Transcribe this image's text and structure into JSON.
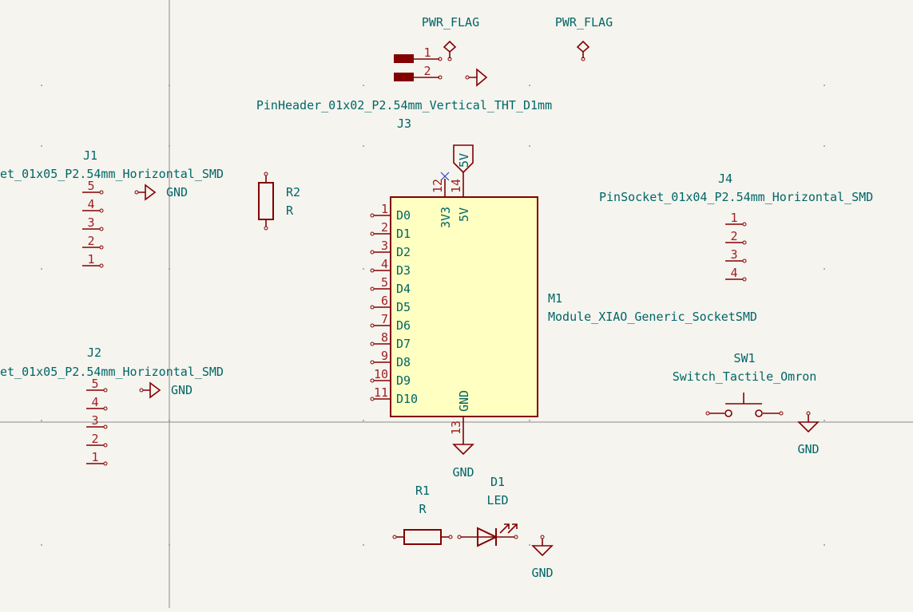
{
  "schematic": {
    "pwr_flags": [
      {
        "label": "PWR_FLAG"
      },
      {
        "label": "PWR_FLAG"
      }
    ],
    "j3": {
      "ref": "J3",
      "value": "PinHeader_01x02_P2.54mm_Vertical_THT_D1mm",
      "pins": [
        "1",
        "2"
      ]
    },
    "j1": {
      "ref": "J1",
      "value": "et_01x05_P2.54mm_Horizontal_SMD",
      "pins": [
        "5",
        "4",
        "3",
        "2",
        "1"
      ]
    },
    "j2": {
      "ref": "J2",
      "value": "et_01x05_P2.54mm_Horizontal_SMD",
      "pins": [
        "5",
        "4",
        "3",
        "2",
        "1"
      ]
    },
    "j4": {
      "ref": "J4",
      "value": "PinSocket_01x04_P2.54mm_Horizontal_SMD",
      "pins": [
        "1",
        "2",
        "3",
        "4"
      ]
    },
    "r2": {
      "ref": "R2",
      "value": "R"
    },
    "r1": {
      "ref": "R1",
      "value": "R"
    },
    "d1": {
      "ref": "D1",
      "value": "LED"
    },
    "sw1": {
      "ref": "SW1",
      "value": "Switch_Tactile_Omron"
    },
    "m1": {
      "ref": "M1",
      "value": "Module_XIAO_Generic_SocketSMD",
      "left_pins": [
        {
          "num": "1",
          "name": "D0"
        },
        {
          "num": "2",
          "name": "D1"
        },
        {
          "num": "3",
          "name": "D2"
        },
        {
          "num": "4",
          "name": "D3"
        },
        {
          "num": "5",
          "name": "D4"
        },
        {
          "num": "6",
          "name": "D5"
        },
        {
          "num": "7",
          "name": "D6"
        },
        {
          "num": "8",
          "name": "D7"
        },
        {
          "num": "9",
          "name": "D8"
        },
        {
          "num": "10",
          "name": "D9"
        },
        {
          "num": "11",
          "name": "D10"
        }
      ],
      "top_pins": [
        {
          "num": "12",
          "name": "3V3"
        },
        {
          "num": "14",
          "name": "5V"
        }
      ],
      "bottom_pin": {
        "num": "13",
        "name": "GND"
      }
    },
    "power": {
      "v5_label": "5V",
      "gnd_label": "GND"
    },
    "colors": {
      "background": "#f5f4ef",
      "component_outline": "#840000",
      "component_fill": "#ffffc2",
      "text": "#006666",
      "pin_number": "#a02020"
    }
  }
}
